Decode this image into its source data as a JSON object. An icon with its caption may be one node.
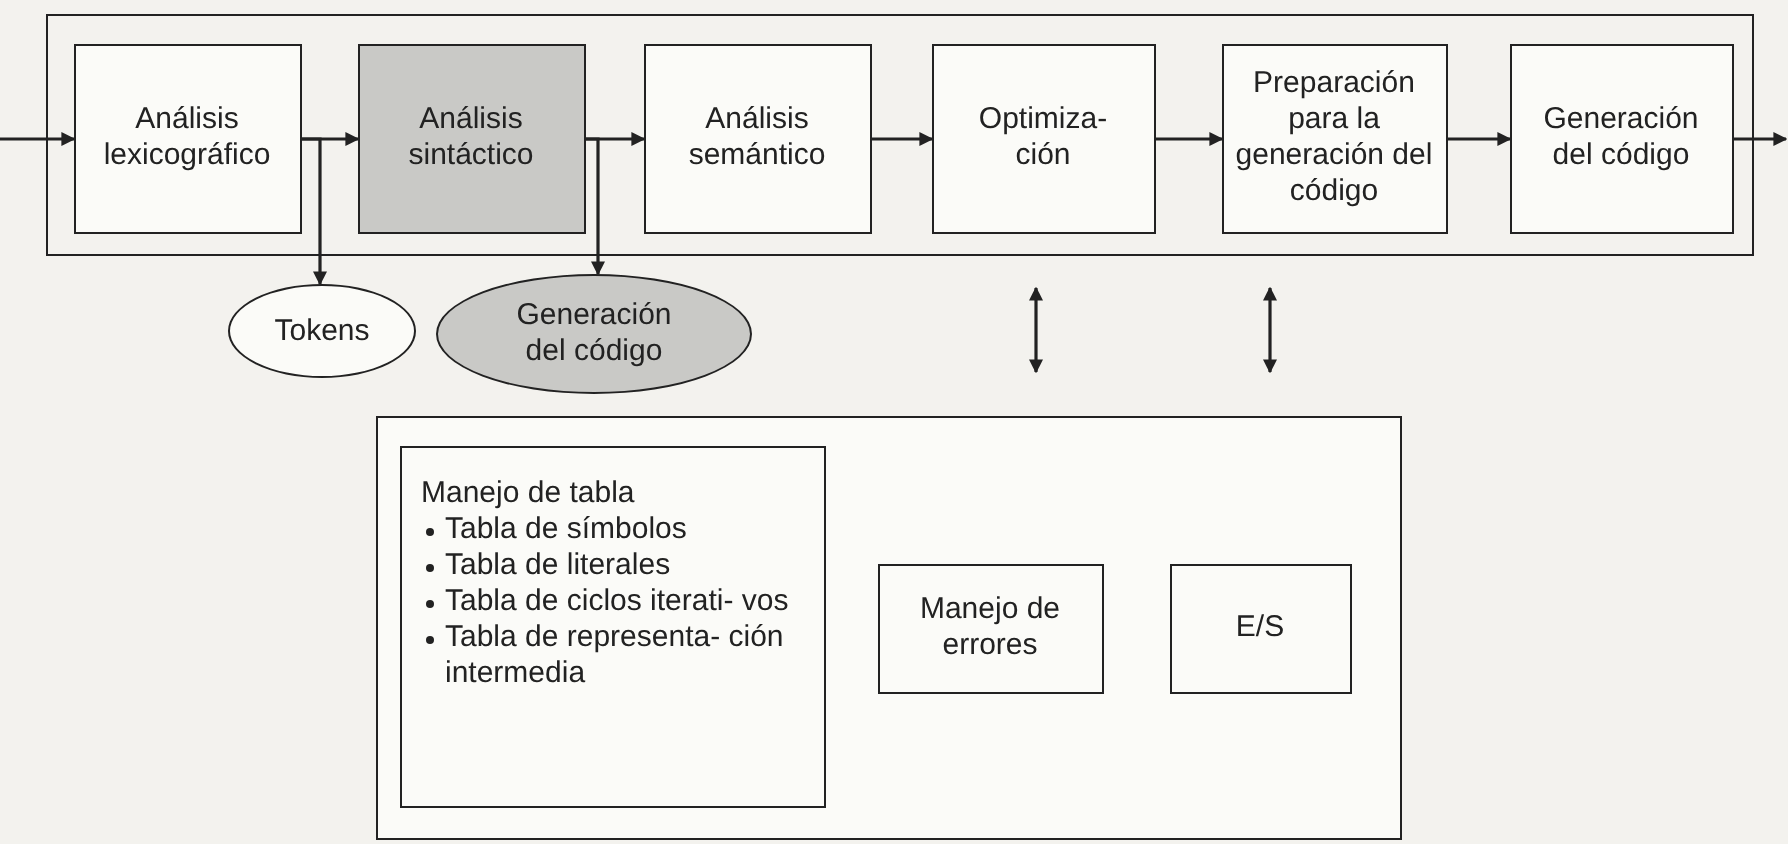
{
  "diagram": {
    "nodes": [
      {
        "text": [],
        "shape": "box"
      },
      {
        "text": [
          "Análisis lexicográfico"
        ],
        "in": 0
      },
      {
        "text": [
          "Análisis sintáctico"
        ],
        "in": 0
      },
      {
        "text": [
          "Análisis semántico"
        ],
        "in": 0
      },
      {
        "text": [
          "Optimiza- ción"
        ],
        "in": 0
      },
      {
        "text": [
          "Preparación para la generación del código"
        ],
        "in": 0
      },
      {
        "text": [
          "Generación del código"
        ],
        "in": 0
      },
      {
        "text": [
          "Tokens"
        ]
      },
      {
        "text": [
          "Generación del código"
        ]
      },
      {
        "text": [],
        "shape": "box"
      },
      {
        "text": [
          "Manejo de tabla",
          "Tabla de símbolos",
          "Tabla de literales",
          "Tabla de ciclos iterati- vos",
          "Tabla de representa- ción intermedia"
        ],
        "in": 9
      },
      {
        "text": [
          "Manejo de errores"
        ],
        "in": 9
      },
      {
        "text": [
          "E/S"
        ],
        "in": 9
      }
    ],
    "edges": [
      {
        "from": null,
        "to": 1,
        "arrow": "to"
      },
      {
        "from": 1,
        "to": 2,
        "arrow": "to"
      },
      {
        "from": 1,
        "to": 7,
        "arrow": "to"
      },
      {
        "from": 2,
        "to": 3,
        "arrow": "to"
      },
      {
        "from": 2,
        "to": 8,
        "arrow": "to"
      },
      {
        "from": 3,
        "to": 4,
        "arrow": "to"
      },
      {
        "from": 4,
        "to": 5,
        "arrow": "to"
      },
      {
        "from": 5,
        "to": 6,
        "arrow": "to"
      },
      {
        "from": 6,
        "to": null,
        "arrow": "to"
      },
      {
        "from": 0,
        "to": 9,
        "arrow": "both"
      },
      {
        "from": 0,
        "to": 9,
        "arrow": "both"
      }
    ]
  }
}
